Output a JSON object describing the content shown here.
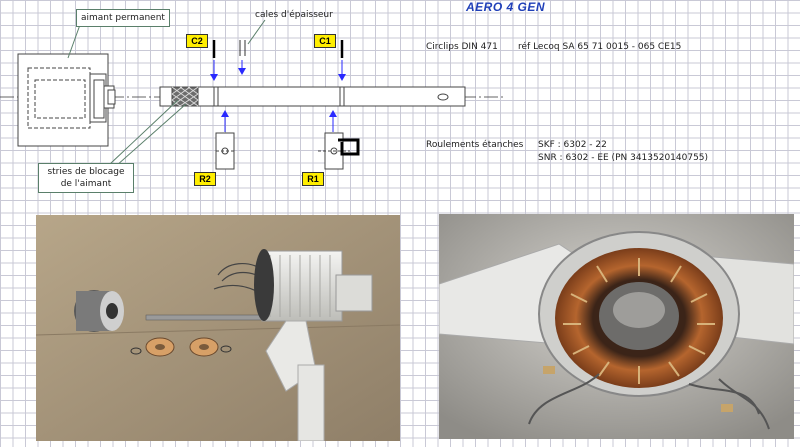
{
  "title": "AERO 4 GEN",
  "labels": {
    "magnet": "aimant permanent",
    "shims": "cales d'épaisseur",
    "grooves_line1": "stries de blocage",
    "grooves_line2": "de l'aimant",
    "c2": "C2",
    "c1": "C1",
    "r2": "R2",
    "r1": "R1"
  },
  "notes": {
    "circlips": "Circlips DIN 471",
    "circlips_ref": "réf Lecoq SA 65 71 0015 - 065  CE15",
    "bearings": "Roulements étanches",
    "skf": "SKF : 6302 - 22",
    "snr": "SNR : 6302 - EE (PN 3413520140755)"
  },
  "colors": {
    "title": "#1f3fb8",
    "tag_fill": "#ffee00",
    "arrow": "#2a2aff",
    "leader": "#5a7f6a"
  },
  "photos": {
    "left": "disassembled-generator-parts",
    "right": "stator-winding-closeup"
  }
}
